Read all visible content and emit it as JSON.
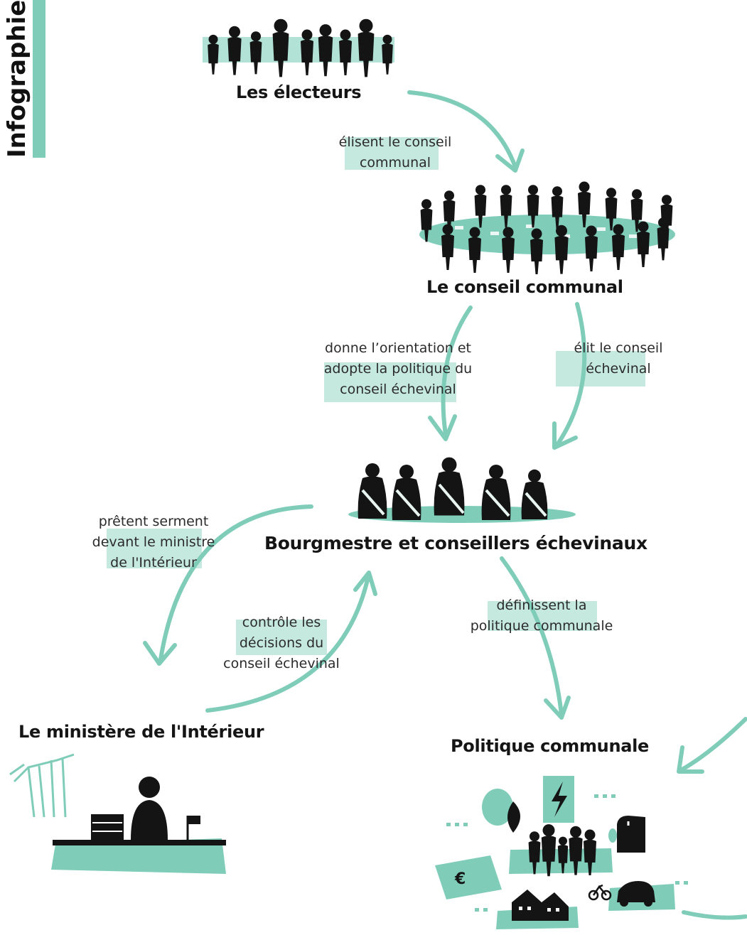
{
  "colors": {
    "accent": "#7fcdb9",
    "highlight": "#c6e9df",
    "ink": "#141414"
  },
  "side_tab": {
    "text": "Infographie"
  },
  "nodes": {
    "voters": {
      "label": "Les électeurs",
      "icon": "voters-crowd-icon"
    },
    "council": {
      "label": "Le conseil communal",
      "icon": "council-circle-icon"
    },
    "college": {
      "label": "Bourgmestre et conseillers échevinaux",
      "icon": "aldermen-with-sashes-icon"
    },
    "ministry": {
      "label": "Le ministère de l'Intérieur",
      "icon": "ministry-desk-icon"
    },
    "policy": {
      "label": "Politique communale",
      "icon": "municipal-services-icon"
    }
  },
  "edges": {
    "voters_to_council": {
      "lines": [
        "élisent le conseil",
        "communal"
      ]
    },
    "council_orientation": {
      "lines": [
        "donne l’orientation et",
        "adopte la politique du",
        "conseil échevinal"
      ]
    },
    "council_elects": {
      "lines": [
        "élit le conseil",
        "échevinal"
      ]
    },
    "oath": {
      "lines": [
        "prêtent serment",
        "devant le ministre",
        "de l'Intérieur"
      ]
    },
    "control": {
      "lines": [
        "contrôle les",
        "décisions du",
        "conseil échevinal"
      ]
    },
    "define_policy": {
      "lines": [
        "définissent la",
        "politique communale"
      ]
    }
  }
}
